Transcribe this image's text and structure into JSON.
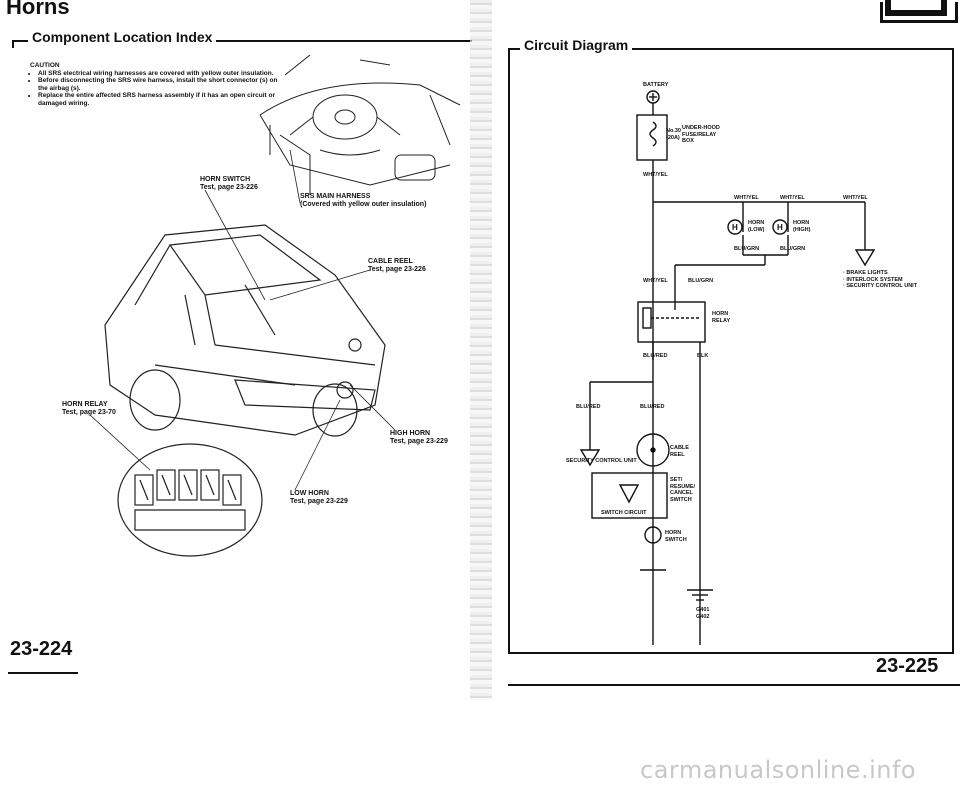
{
  "left_page": {
    "header": "Horns",
    "section_title": "Component Location Index",
    "caution": {
      "heading": "CAUTION",
      "items": [
        "All SRS electrical wiring harnesses are covered with yellow outer insulation.",
        "Before disconnecting the SRS wire harness, install the short connector (s) on the airbag (s).",
        "Replace the entire affected SRS harness assembly if it has an open circuit or damaged wiring."
      ]
    },
    "callouts": {
      "horn_switch": "HORN SWITCH\nTest, page 23-226",
      "srs_harness": "SRS MAIN HARNESS\n(Covered with yellow outer insulation)",
      "cable_reel": "CABLE REEL\nTest, page 23-226",
      "horn_relay": "HORN RELAY\nTest, page 23-70",
      "high_horn": "HIGH HORN\nTest, page 23-229",
      "low_horn": "LOW HORN\nTest, page 23-229"
    },
    "page_number": "23-224"
  },
  "right_page": {
    "section_title": "Circuit Diagram",
    "labels": {
      "battery": "BATTERY",
      "fuse": "No.30\n(20A)",
      "fuse_box": "UNDER-HOOD\nFUSE/RELAY\nBOX",
      "wht_yel_main": "WHT/YEL",
      "wht_yel_1": "WHT/YEL",
      "wht_yel_2": "WHT/YEL",
      "wht_yel_3": "WHT/YEL",
      "horn_low": "HORN\n(LOW)",
      "horn_high": "HORN\n(HIGH)",
      "blu_grn_1": "BLU/GRN",
      "blu_grn_2": "BLU/GRN",
      "brake_lights": "· BRAKE LIGHTS\n· INTERLOCK SYSTEM\n· SECURITY CONTROL UNIT",
      "wht_yel_relay": "WHT/YEL",
      "blu_grn_relay": "BLU/GRN",
      "horn_relay": "HORN\nRELAY",
      "blu_red_1": "BLU/RED",
      "blk": "BLK",
      "blu_red_2": "BLU/RED",
      "blu_red_3": "BLU/RED",
      "security_unit": "SECURITY CONTROL UNIT",
      "cable_reel": "CABLE\nREEL",
      "set_switch": "SET/\nRESUME/\nCANCEL\nSWITCH",
      "switch_circuit": "SWITCH CIRCUIT",
      "horn_switch": "HORN\nSWITCH",
      "ground": "G401\nG402"
    },
    "page_number": "23-225"
  },
  "watermark": "carmanualsonline.info",
  "colors": {
    "ink": "#111111",
    "paper": "#ffffff",
    "watermark": "#c8c8c8"
  }
}
